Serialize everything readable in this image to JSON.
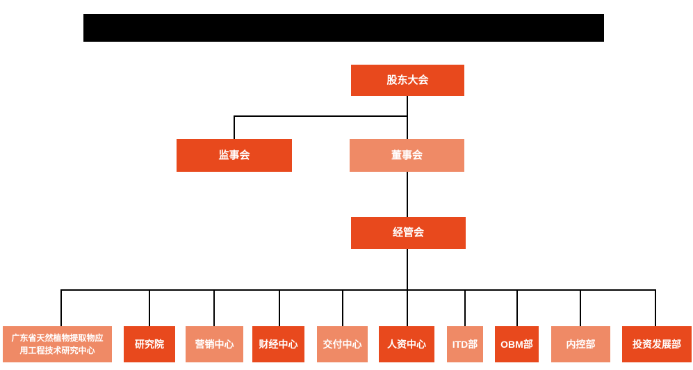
{
  "palette": {
    "primary_box": "#E8491D",
    "secondary_box": "#EF8A66",
    "box_text": "#FFFFFF",
    "connector": "#000000",
    "redacted_bar": "#000000",
    "background": "#FFFFFF"
  },
  "org_chart": {
    "title_bar": {
      "type": "redacted-black-bar",
      "text": ""
    },
    "nodes": [
      {
        "id": "shareholders-meeting",
        "label": "股东大会",
        "tone": "primary",
        "level": 1,
        "parent": null
      },
      {
        "id": "board-of-supervisors",
        "label": "监事会",
        "tone": "primary",
        "level": 2,
        "parent": "shareholders-meeting"
      },
      {
        "id": "board-of-directors",
        "label": "董事会",
        "tone": "secondary",
        "level": 2,
        "parent": "shareholders-meeting"
      },
      {
        "id": "management-committee",
        "label": "经管会",
        "tone": "primary",
        "level": 3,
        "parent": "board-of-directors"
      },
      {
        "id": "guangdong-natural-plant-extract-research-center",
        "label": "广东省天然植物提取物应用工程技术研究中心",
        "tone": "secondary",
        "level": 4,
        "parent": "management-committee"
      },
      {
        "id": "research-institute",
        "label": "研究院",
        "tone": "primary",
        "level": 4,
        "parent": "management-committee"
      },
      {
        "id": "marketing-center",
        "label": "营销中心",
        "tone": "secondary",
        "level": 4,
        "parent": "management-committee"
      },
      {
        "id": "finance-center",
        "label": "财经中心",
        "tone": "primary",
        "level": 4,
        "parent": "management-committee"
      },
      {
        "id": "delivery-center",
        "label": "交付中心",
        "tone": "secondary",
        "level": 4,
        "parent": "management-committee"
      },
      {
        "id": "hr-center",
        "label": "人资中心",
        "tone": "primary",
        "level": 4,
        "parent": "management-committee"
      },
      {
        "id": "itd-department",
        "label": "ITD部",
        "tone": "secondary",
        "level": 4,
        "parent": "management-committee"
      },
      {
        "id": "obm-department",
        "label": "OBM部",
        "tone": "primary",
        "level": 4,
        "parent": "management-committee"
      },
      {
        "id": "internal-control-department",
        "label": "内控部",
        "tone": "secondary",
        "level": 4,
        "parent": "management-committee"
      },
      {
        "id": "investment-development-department",
        "label": "投资发展部",
        "tone": "primary",
        "level": 4,
        "parent": "management-committee"
      }
    ]
  }
}
